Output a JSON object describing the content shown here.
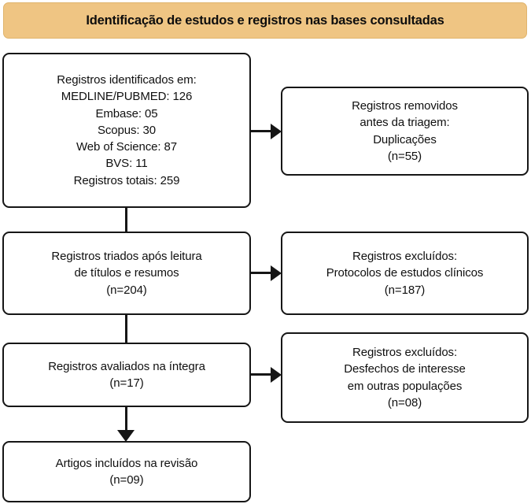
{
  "header": {
    "title": "Identificação de estudos e registros nas bases consultadas",
    "background_color": "#efc583",
    "text_color": "#0d0d0d"
  },
  "flow": {
    "line_color": "#161616",
    "box_fill": "#ffffff",
    "identified": {
      "label": "Registros identificados em:\nMEDLINE/PUBMED: 126\nEmbase: 05\nScopus: 30\nWeb of Science: 87\nBVS: 11\nRegistros totais: 259",
      "sources": [
        {
          "name": "MEDLINE/PUBMED",
          "count": "126"
        },
        {
          "name": "Embase",
          "count": "05"
        },
        {
          "name": "Scopus",
          "count": "30"
        },
        {
          "name": "Web of Science",
          "count": "87"
        },
        {
          "name": "BVS",
          "count": "11"
        }
      ],
      "total_label": "Registros totais: 259",
      "total": "259"
    },
    "removed": {
      "label": "Registros removidos\nantes da triagem:\nDuplicações\n(n=55)",
      "count": "55"
    },
    "screened": {
      "label": "Registros triados após leitura\nde títulos e resumos\n(n=204)",
      "count": "204"
    },
    "excluded_protocols": {
      "label": "Registros excluídos:\nProtocolos de estudos clínicos\n(n=187)",
      "count": "187"
    },
    "assessed": {
      "label": "Registros avaliados na íntegra\n(n=17)",
      "count": "17"
    },
    "excluded_outcomes": {
      "label": "Registros excluídos:\nDesfechos de interesse\nem outras populações\n(n=08)",
      "count": "08"
    },
    "included": {
      "label": "Artigos incluídos na revisão\n(n=09)",
      "count": "09"
    }
  }
}
